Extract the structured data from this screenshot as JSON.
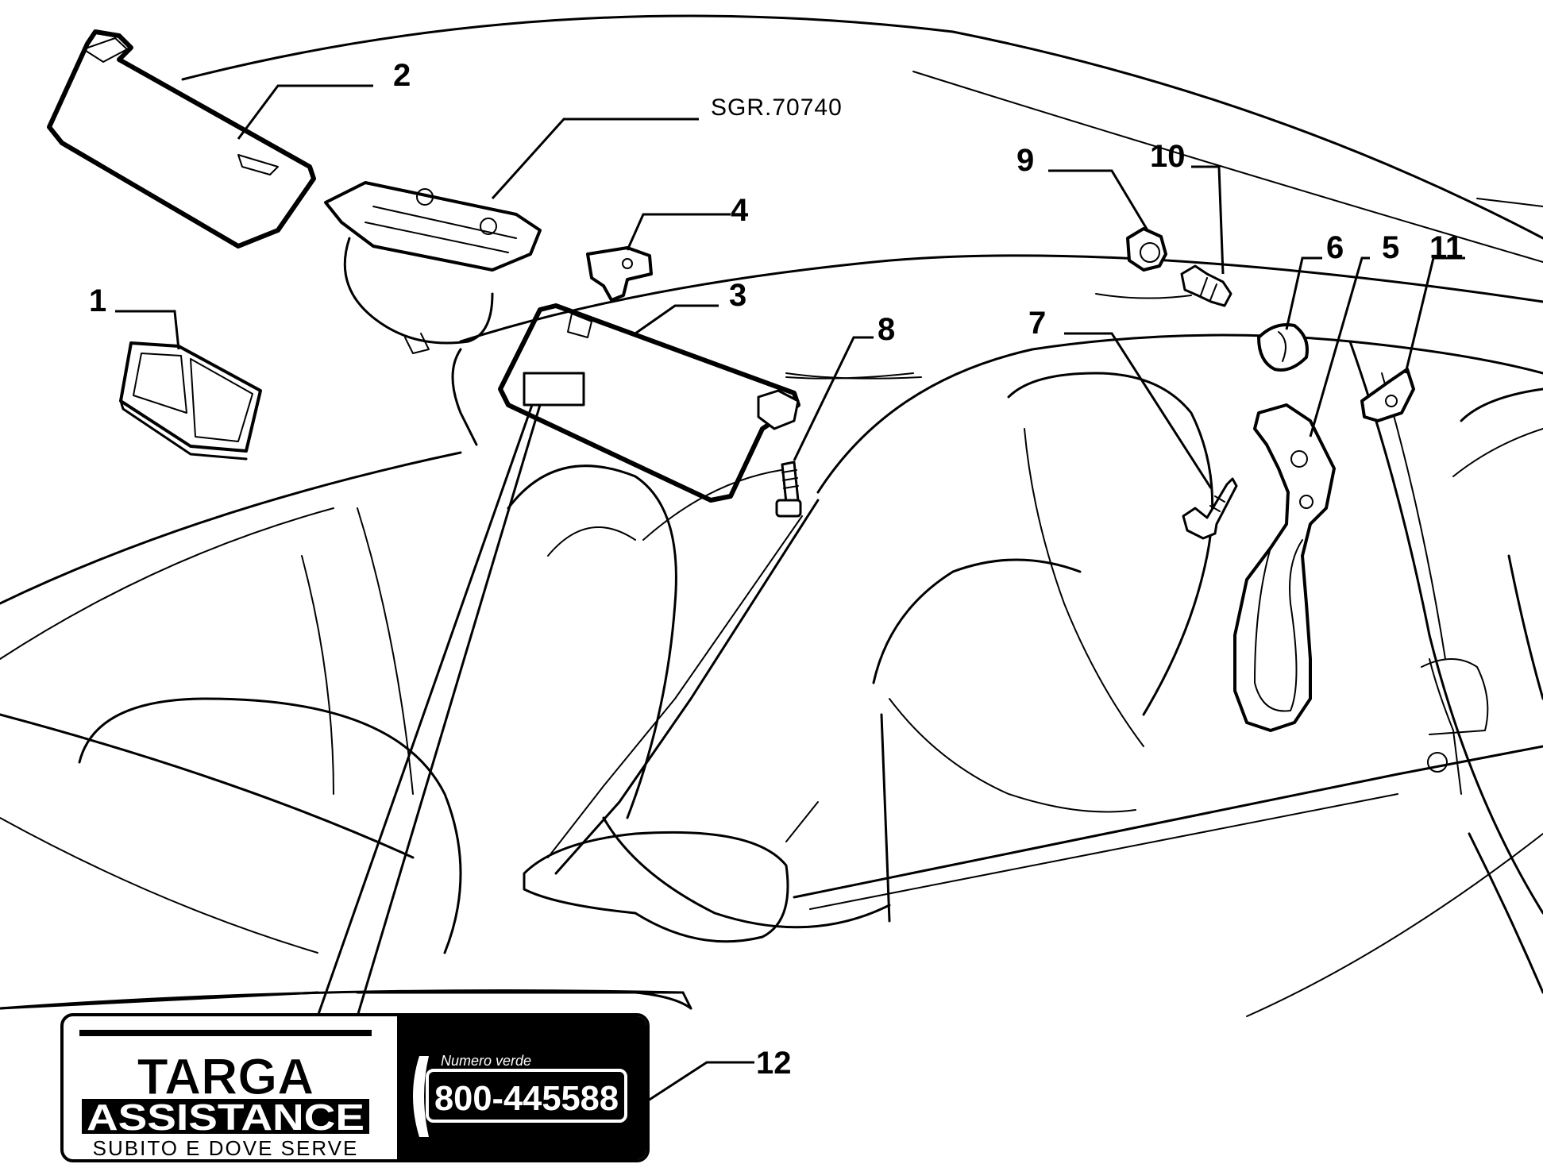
{
  "diagram": {
    "reference_code": "SGR.70740",
    "callouts": [
      "1",
      "2",
      "3",
      "4",
      "5",
      "6",
      "7",
      "8",
      "9",
      "10",
      "11",
      "12"
    ],
    "sticker": {
      "brand_line1": "TARGA",
      "brand_line2": "ASSISTANCE",
      "slogan": "SUBITO E DOVE SERVE",
      "phone_caption": "Numero verde",
      "phone_number": "800-445588"
    }
  }
}
